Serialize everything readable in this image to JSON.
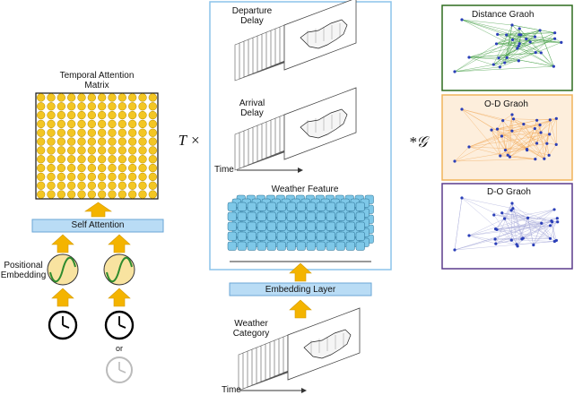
{
  "left": {
    "matrix_title_line1": "Temporal Attention",
    "matrix_title_line2": "Matrix",
    "self_attention_label": "Self Attention",
    "positional_line1": "Positional",
    "positional_line2": "Embedding",
    "or_label": "or"
  },
  "middle": {
    "departure_line1": "Departure",
    "departure_line2": "Delay",
    "arrival_line1": "Arrival",
    "arrival_line2": "Delay",
    "time_label_1": "Time",
    "weather_feature_label": "Weather Feature",
    "embedding_layer_label": "Embedding Layer",
    "weather_category_line1": "Weather",
    "weather_category_line2": "Category",
    "time_label_2": "Time"
  },
  "operators": {
    "t_times": "T ×",
    "star_g": "*𝒢"
  },
  "right": {
    "distance_graph": "Distance Graoh",
    "od_graph": "O-D Graoh",
    "do_graph": "D-O Graoh"
  },
  "colors": {
    "matrix_dot": "#f3c623",
    "arrow": "#f4b400",
    "label_box": "#b9dcf5",
    "cube": "#7ec8e8",
    "distance_border": "#2e6b1f",
    "od_border": "#f0b35a",
    "do_border": "#5b3b8c"
  }
}
